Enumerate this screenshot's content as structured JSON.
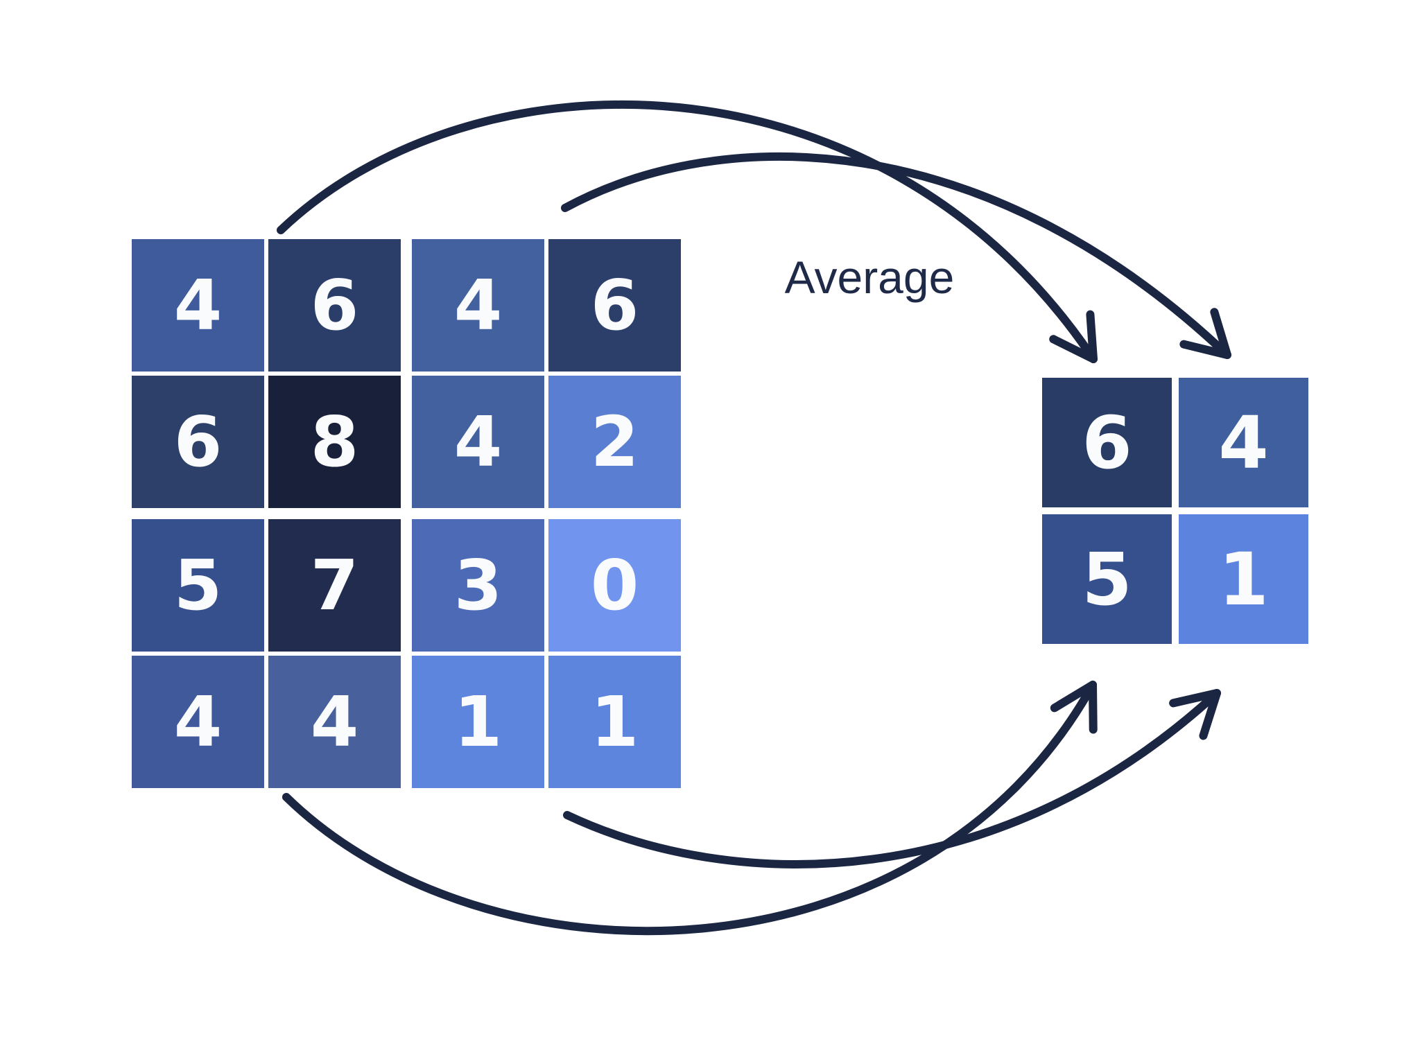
{
  "diagram": {
    "operation_label": "Average",
    "kind": "average-pooling",
    "pool_size": "2x2"
  },
  "colors": {
    "background": "#ffffff",
    "arrow": "#1b2642",
    "label_text": "#1e2a47",
    "cell_text": "#fafbfd"
  },
  "input_grid": {
    "rows": [
      [
        {
          "value": "4",
          "color": "#3f5b9c"
        },
        {
          "value": "6",
          "color": "#2b3e69"
        },
        {
          "value": "4",
          "color": "#44619f"
        },
        {
          "value": "6",
          "color": "#2c3f6b"
        }
      ],
      [
        {
          "value": "6",
          "color": "#2d4069"
        },
        {
          "value": "8",
          "color": "#19213a"
        },
        {
          "value": "4",
          "color": "#44619f"
        },
        {
          "value": "2",
          "color": "#5a7ed2"
        }
      ],
      [
        {
          "value": "5",
          "color": "#36508d"
        },
        {
          "value": "7",
          "color": "#212c4e"
        },
        {
          "value": "3",
          "color": "#4c6ab5"
        },
        {
          "value": "0",
          "color": "#7195ee"
        }
      ],
      [
        {
          "value": "4",
          "color": "#40599b"
        },
        {
          "value": "4",
          "color": "#48619d"
        },
        {
          "value": "1",
          "color": "#5e85de"
        },
        {
          "value": "1",
          "color": "#5e85de"
        }
      ]
    ]
  },
  "output_grid": {
    "rows": [
      [
        {
          "value": "6",
          "color": "#283c66"
        },
        {
          "value": "4",
          "color": "#3f5f9e"
        }
      ],
      [
        {
          "value": "5",
          "color": "#35508c"
        },
        {
          "value": "1",
          "color": "#5c84de"
        }
      ]
    ]
  },
  "arrows": [
    {
      "from": "input-top-left-quadrant",
      "to": "output-cell-6"
    },
    {
      "from": "input-top-right-quadrant",
      "to": "output-cell-4"
    },
    {
      "from": "input-bottom-left-quadrant",
      "to": "output-cell-5"
    },
    {
      "from": "input-bottom-right-quadrant",
      "to": "output-cell-1"
    }
  ]
}
